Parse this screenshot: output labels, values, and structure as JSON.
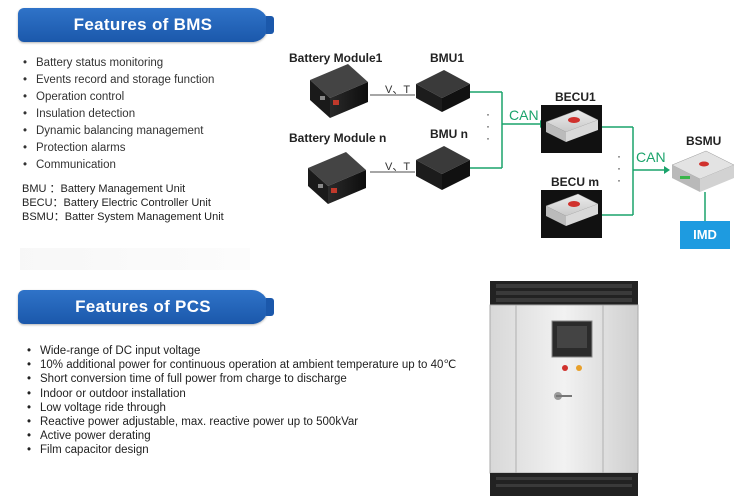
{
  "bms": {
    "title": "Features of BMS",
    "features": [
      "Battery status monitoring",
      "Events record and storage function",
      "Operation control",
      "Insulation detection",
      "Dynamic balancing management",
      "Protection alarms",
      "Communication"
    ],
    "definitions": [
      "BMU ：Battery  Management  Unit",
      "BECU：Battery  Electric  Controller  Unit",
      "BSMU：Batter  System  Management Unit"
    ]
  },
  "diagram": {
    "battery_module_1": "Battery Module1",
    "battery_module_n": "Battery Module n",
    "bmu_1": "BMU1",
    "bmu_n": "BMU n",
    "vt_label": "V、T",
    "becu_1": "BECU1",
    "becu_m": "BECU m",
    "can_label": "CAN",
    "bsmu": "BSMU",
    "imd": "IMD",
    "wire_color": "#1aa36b"
  },
  "pcs": {
    "title": "Features  of  PCS",
    "features": [
      "Wide-range of DC input voltage",
      "10% additional power for continuous operation at ambient temperature up to 40℃",
      "Short conversion time of full power from charge to discharge",
      "Indoor or outdoor installation",
      "Low voltage ride through",
      "Reactive power adjustable, max. reactive power up to 500kVar",
      "Active power derating",
      "Film capacitor design"
    ]
  }
}
